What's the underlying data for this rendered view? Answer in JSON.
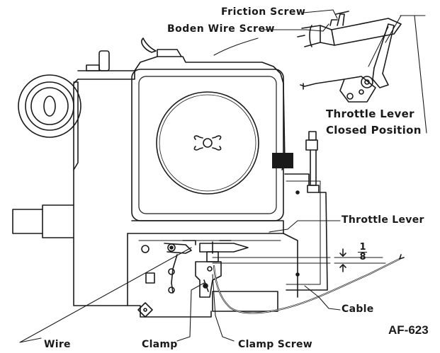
{
  "labels": {
    "friction_screw": "Friction Screw",
    "boden_wire_screw": "Boden Wire Screw",
    "throttle_lever_closed_line1": "Throttle Lever",
    "throttle_lever_closed_line2": "Closed Position",
    "throttle_lever": "Throttle Lever",
    "cable": "Cable",
    "wire": "Wire",
    "clamp": "Clamp",
    "clamp_screw": "Clamp Screw",
    "figure_id": "AF-623"
  },
  "dimension": {
    "numerator": "1",
    "denominator": "8"
  }
}
